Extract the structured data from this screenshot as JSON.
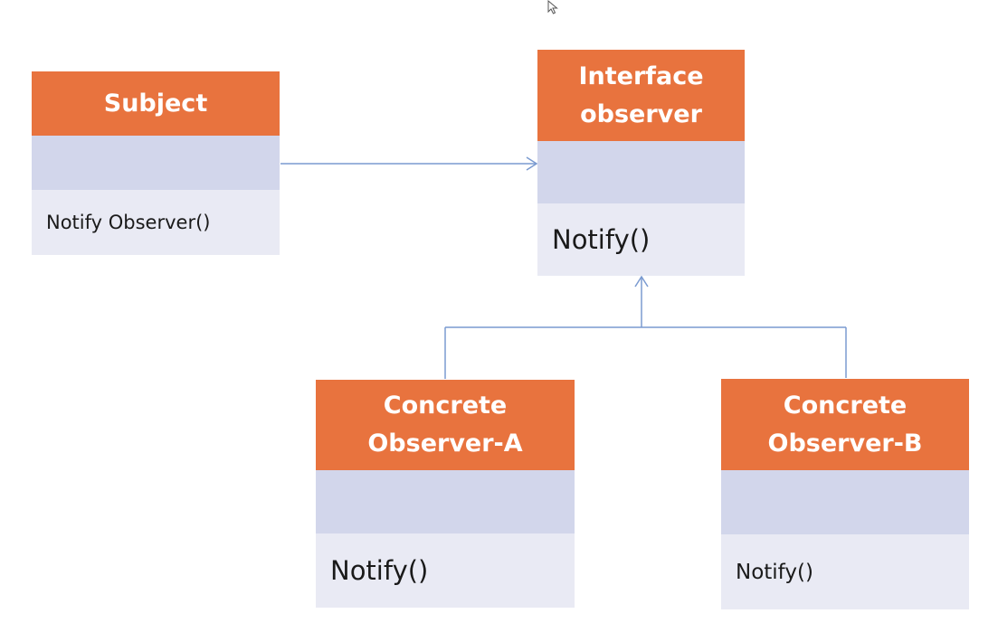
{
  "diagram": {
    "classes": {
      "subject": {
        "name_lines": [
          "Subject"
        ],
        "method": "Notify Observer()"
      },
      "interface_observer": {
        "name_lines": [
          "Interface",
          "observer"
        ],
        "method": "Notify()"
      },
      "concrete_observer_a": {
        "name_lines": [
          "Concrete",
          "Observer-A"
        ],
        "method": "Notify()"
      },
      "concrete_observer_b": {
        "name_lines": [
          "Concrete",
          "Observer-B"
        ],
        "method": "Notify()"
      }
    },
    "colors": {
      "header": "#e8733e",
      "attributes": "#d2d6eb",
      "methods": "#e9eaf4",
      "connector": "#7a9ad0"
    },
    "cursor_icon": "mouse-pointer-icon"
  }
}
